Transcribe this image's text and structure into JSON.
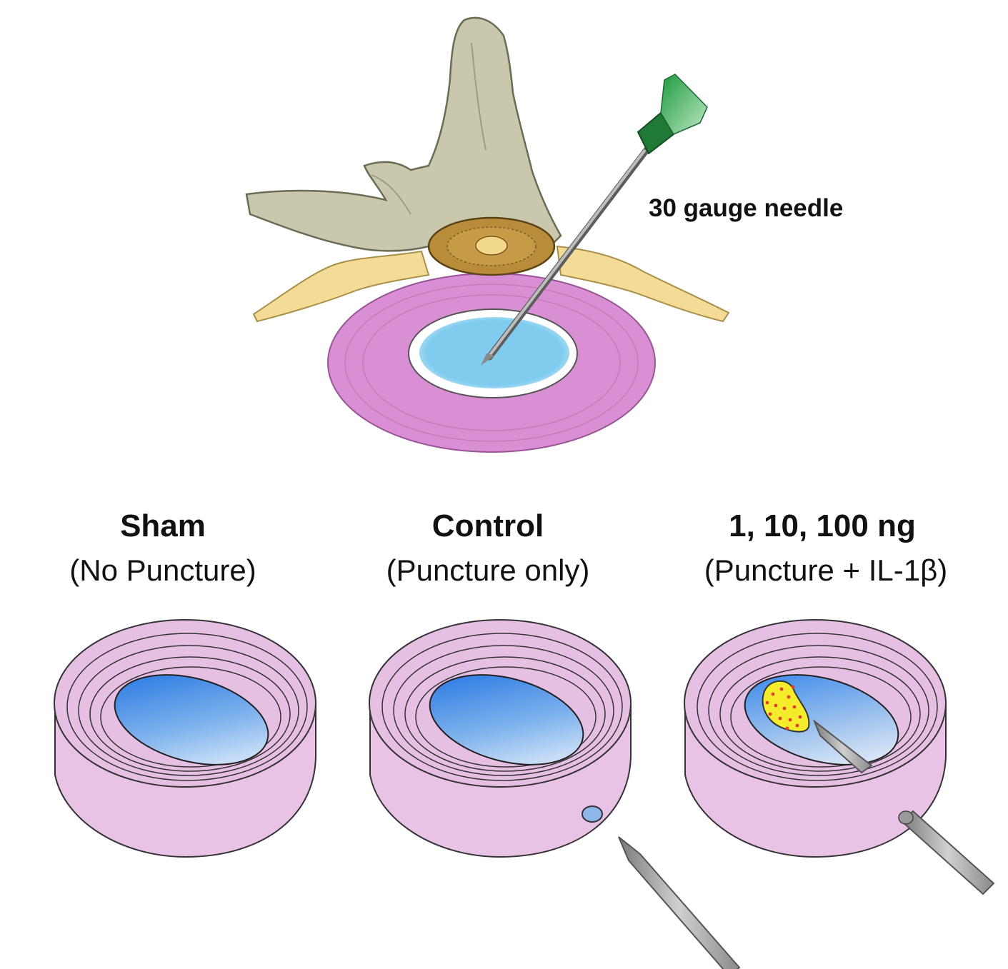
{
  "needle_label": "30 gauge needle",
  "groups": [
    {
      "title": "Sham",
      "subtitle": "(No Puncture)"
    },
    {
      "title": "Control",
      "subtitle": "(Puncture only)"
    },
    {
      "title": "1, 10, 100 ng",
      "subtitle": "(Puncture + IL-1β)"
    }
  ],
  "colors": {
    "vertebra_bone": "#c9c8ac",
    "spinal_cord": "#b98c3a",
    "nerve_roots": "#f4dc97",
    "annulus_top": "#d98fd3",
    "nucleus_top": "#7fccef",
    "disc_body": "#e9c3e6",
    "nucleus_gradient_dark": "#1a6fe0",
    "needle_hub": "#2aa54a",
    "needle_shaft": "#a9a9a9",
    "il1b_gel": "#f5ec2c",
    "il1b_dots": "#e0402c"
  }
}
